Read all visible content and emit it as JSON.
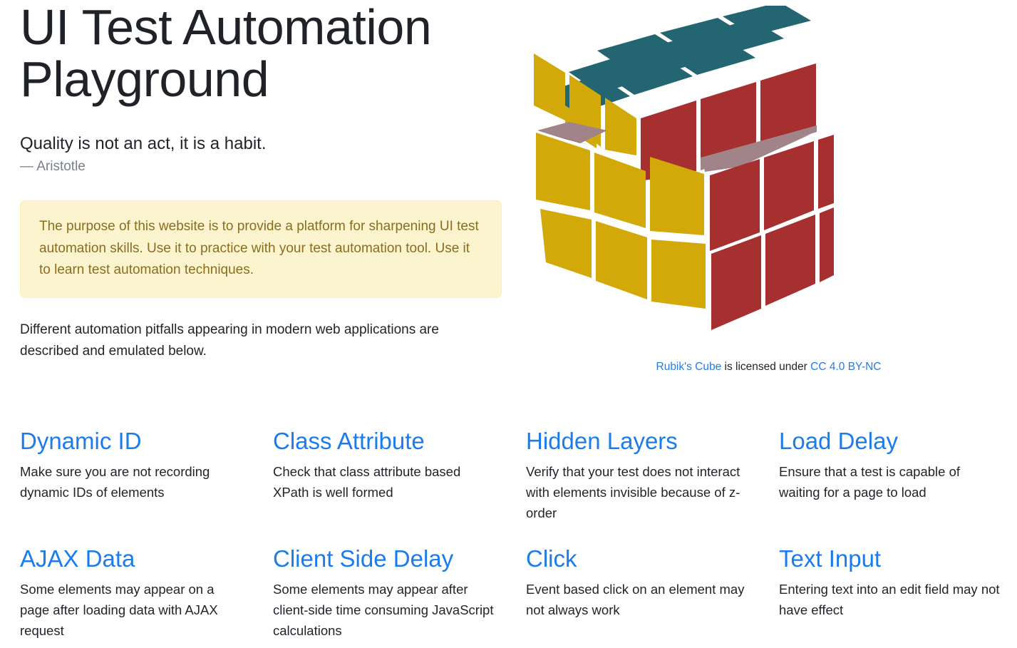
{
  "header": {
    "title": "UI Test Automation Playground",
    "quote": "Quality is not an act, it is a habit.",
    "quote_author": "— Aristotle"
  },
  "alert": {
    "text": "The purpose of this website is to provide a platform for sharpening UI test automation skills. Use it to practice with your test automation tool. Use it to learn test automation techniques."
  },
  "lead": {
    "text": "Different automation pitfalls appearing in modern web applications are described and emulated below."
  },
  "image": {
    "alt": "rubiks-cube-illustration",
    "caption_link_1": "Rubik's Cube",
    "caption_middle": " is licensed under ",
    "caption_link_2": "CC 4.0 BY-NC"
  },
  "colors": {
    "link": "#1b7ced",
    "caption_link": "#2a7ae2",
    "alert_bg": "#fcf4cf",
    "alert_text": "#8a6d1f",
    "cube_teal": "#236570",
    "cube_yellow": "#d3a90a",
    "cube_red": "#a62f2f",
    "cube_inner": "#a08489",
    "text": "#212529",
    "muted": "#7a8086"
  },
  "cards": [
    {
      "title": "Dynamic ID",
      "desc": "Make sure you are not recording dynamic IDs of elements"
    },
    {
      "title": "Class Attribute",
      "desc": "Check that class attribute based XPath is well formed"
    },
    {
      "title": "Hidden Layers",
      "desc": "Verify that your test does not interact with elements invisible because of z-order"
    },
    {
      "title": "Load Delay",
      "desc": "Ensure that a test is capable of waiting for a page to load"
    },
    {
      "title": "AJAX Data",
      "desc": "Some elements may appear on a page after loading data with AJAX request"
    },
    {
      "title": "Client Side Delay",
      "desc": "Some elements may appear after client-side time consuming JavaScript calculations"
    },
    {
      "title": "Click",
      "desc": "Event based click on an element may not always work"
    },
    {
      "title": "Text Input",
      "desc": "Entering text into an edit field may not have effect"
    }
  ]
}
